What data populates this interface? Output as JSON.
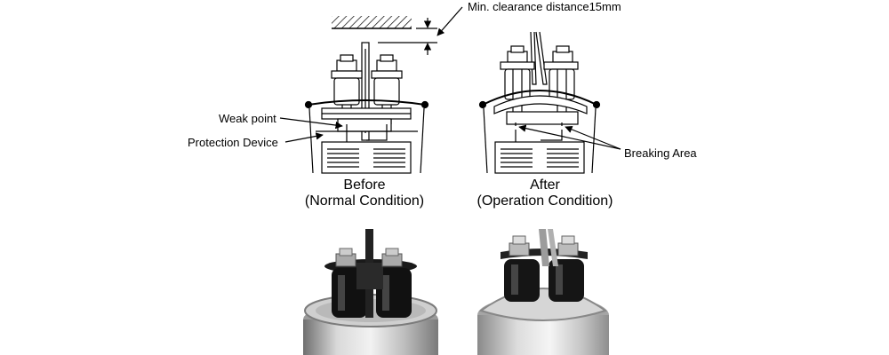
{
  "annotations": {
    "clearance": "Min. clearance distance15mm",
    "weak_point": "Weak point",
    "protection_device": "Protection Device",
    "breaking_area": "Breaking Area"
  },
  "captions": {
    "before_title": "Before",
    "before_sub": "(Normal Condition)",
    "after_title": "After",
    "after_sub": "(Operation Condition)"
  },
  "colors": {
    "line": "#000000",
    "can_light": "#e2e2e2",
    "can_dark": "#8c8c8c",
    "insulator": "#111111",
    "metal": "#b8b8b8"
  }
}
